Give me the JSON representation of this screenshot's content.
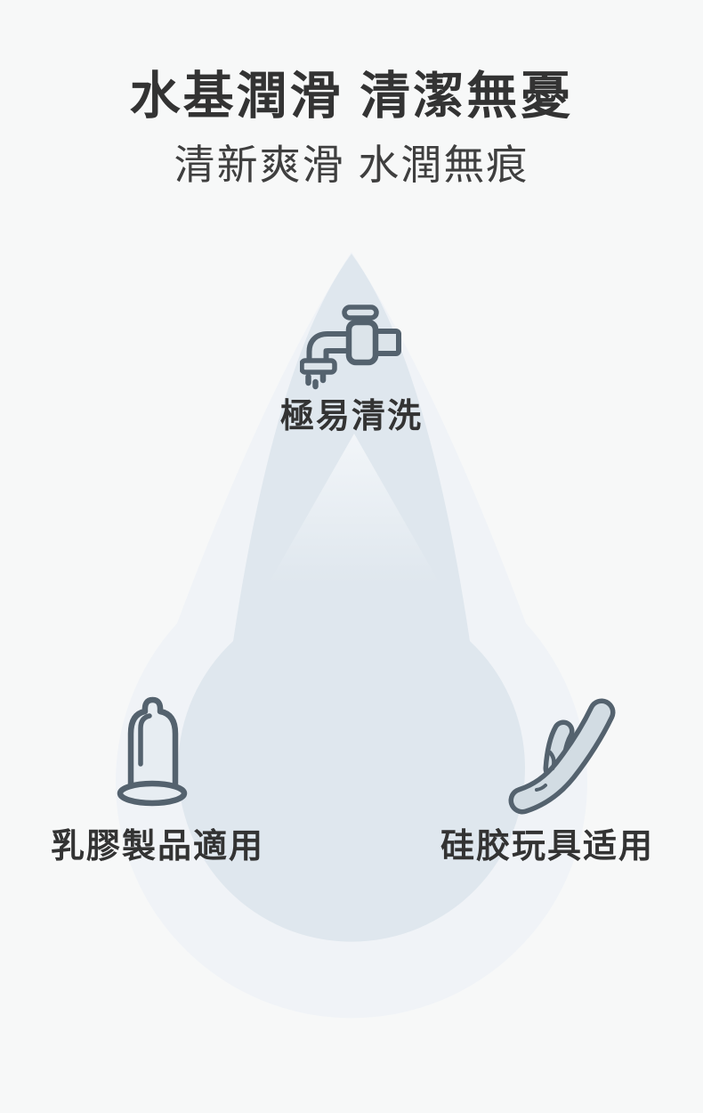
{
  "header": {
    "title": "水基潤滑 清潔無憂",
    "subtitle": "清新爽滑 水潤無痕"
  },
  "features": [
    {
      "label": "極易清洗",
      "icon": "faucet-icon"
    },
    {
      "label": "乳膠製品適用",
      "icon": "condom-icon"
    },
    {
      "label": "硅胶玩具适用",
      "icon": "silicone-toy-icon"
    }
  ],
  "colors": {
    "background": "#f7f8f8",
    "drop_outer": "#f0f3f7",
    "drop_inner": "#dfe7ee",
    "drop_glow": "#f3f6f9",
    "icon_stroke": "#54626e",
    "faucet_fill": "#dce4ea",
    "condom_fill": "#e7edf2",
    "toy_fill": "#d2dce3",
    "title_color": "#333333",
    "subtitle_color": "#3f3f3f",
    "label_color": "#333333"
  }
}
